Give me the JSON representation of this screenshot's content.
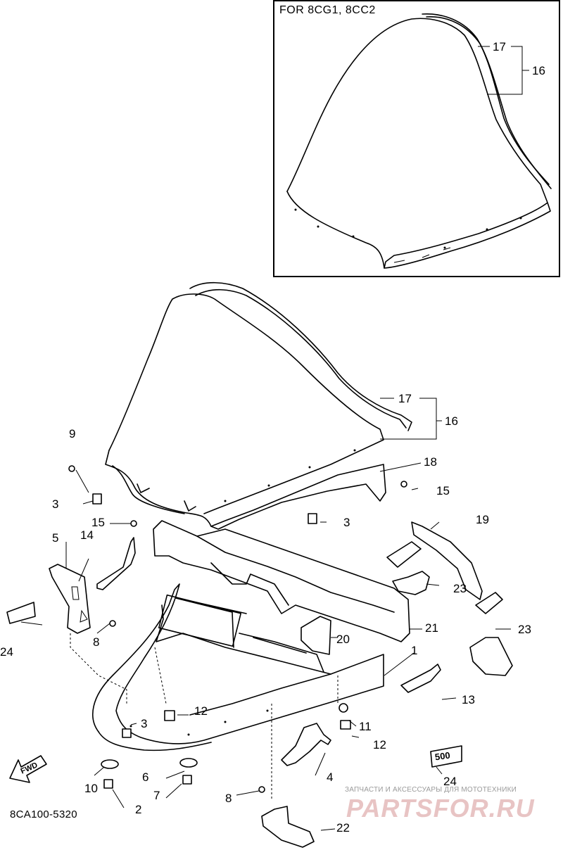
{
  "inset": {
    "title": "FOR 8CG1, 8CC2"
  },
  "callouts": {
    "c17a": "17",
    "c16a": "16",
    "c17b": "17",
    "c16b": "16",
    "c18": "18",
    "c15a": "15",
    "c9": "9",
    "c3a": "3",
    "c3b": "3",
    "c15b": "15",
    "c14": "14",
    "c5": "5",
    "c19": "19",
    "c23a": "23",
    "c21": "21",
    "c23b": "23",
    "c8a": "8",
    "c20": "20",
    "c24a": "24",
    "c1": "1",
    "c13": "13",
    "c12a": "12",
    "c3c": "3",
    "c11": "11",
    "c12b": "12",
    "c10": "10",
    "c6": "6",
    "c7": "7",
    "c2": "2",
    "c4": "4",
    "c8b": "8",
    "c24b": "24",
    "c22": "22"
  },
  "fwd_label": "FWD",
  "emblem_label": "500",
  "drawing_code": "8CA100-5320",
  "watermark": {
    "caption": "ЗАПЧАСТИ И АКСЕССУАРЫ ДЛЯ МОТОТЕХНИКИ",
    "logo": "PARTSFOR.RU"
  }
}
